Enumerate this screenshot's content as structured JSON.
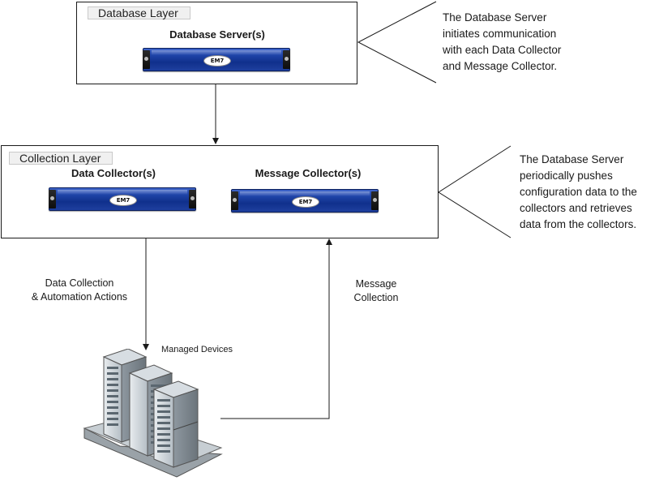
{
  "database_layer": {
    "tag": "Database Layer",
    "heading": "Database Server(s)",
    "server_logo": "EM7"
  },
  "collection_layer": {
    "tag": "Collection Layer",
    "data_collector_heading": "Data Collector(s)",
    "message_collector_heading": "Message Collector(s)",
    "server_logo": "EM7"
  },
  "callouts": {
    "top": [
      "The Database Server",
      "initiates communication",
      "with each Data Collector",
      "and Message Collector."
    ],
    "middle": [
      "The Database Server",
      "periodically pushes",
      "configuration data to the",
      "collectors and retrieves",
      "data from the collectors."
    ]
  },
  "flows": {
    "data_collection": [
      "Data Collection",
      "& Automation Actions"
    ],
    "message_collection": [
      "Message",
      "Collection"
    ]
  },
  "managed_devices": {
    "label": "Managed Devices",
    "icon": "server-rack-icon"
  },
  "colors": {
    "server_blue": "#1f44a8",
    "line": "#1a1a1a",
    "tag_bg": "#f0f0f0"
  }
}
